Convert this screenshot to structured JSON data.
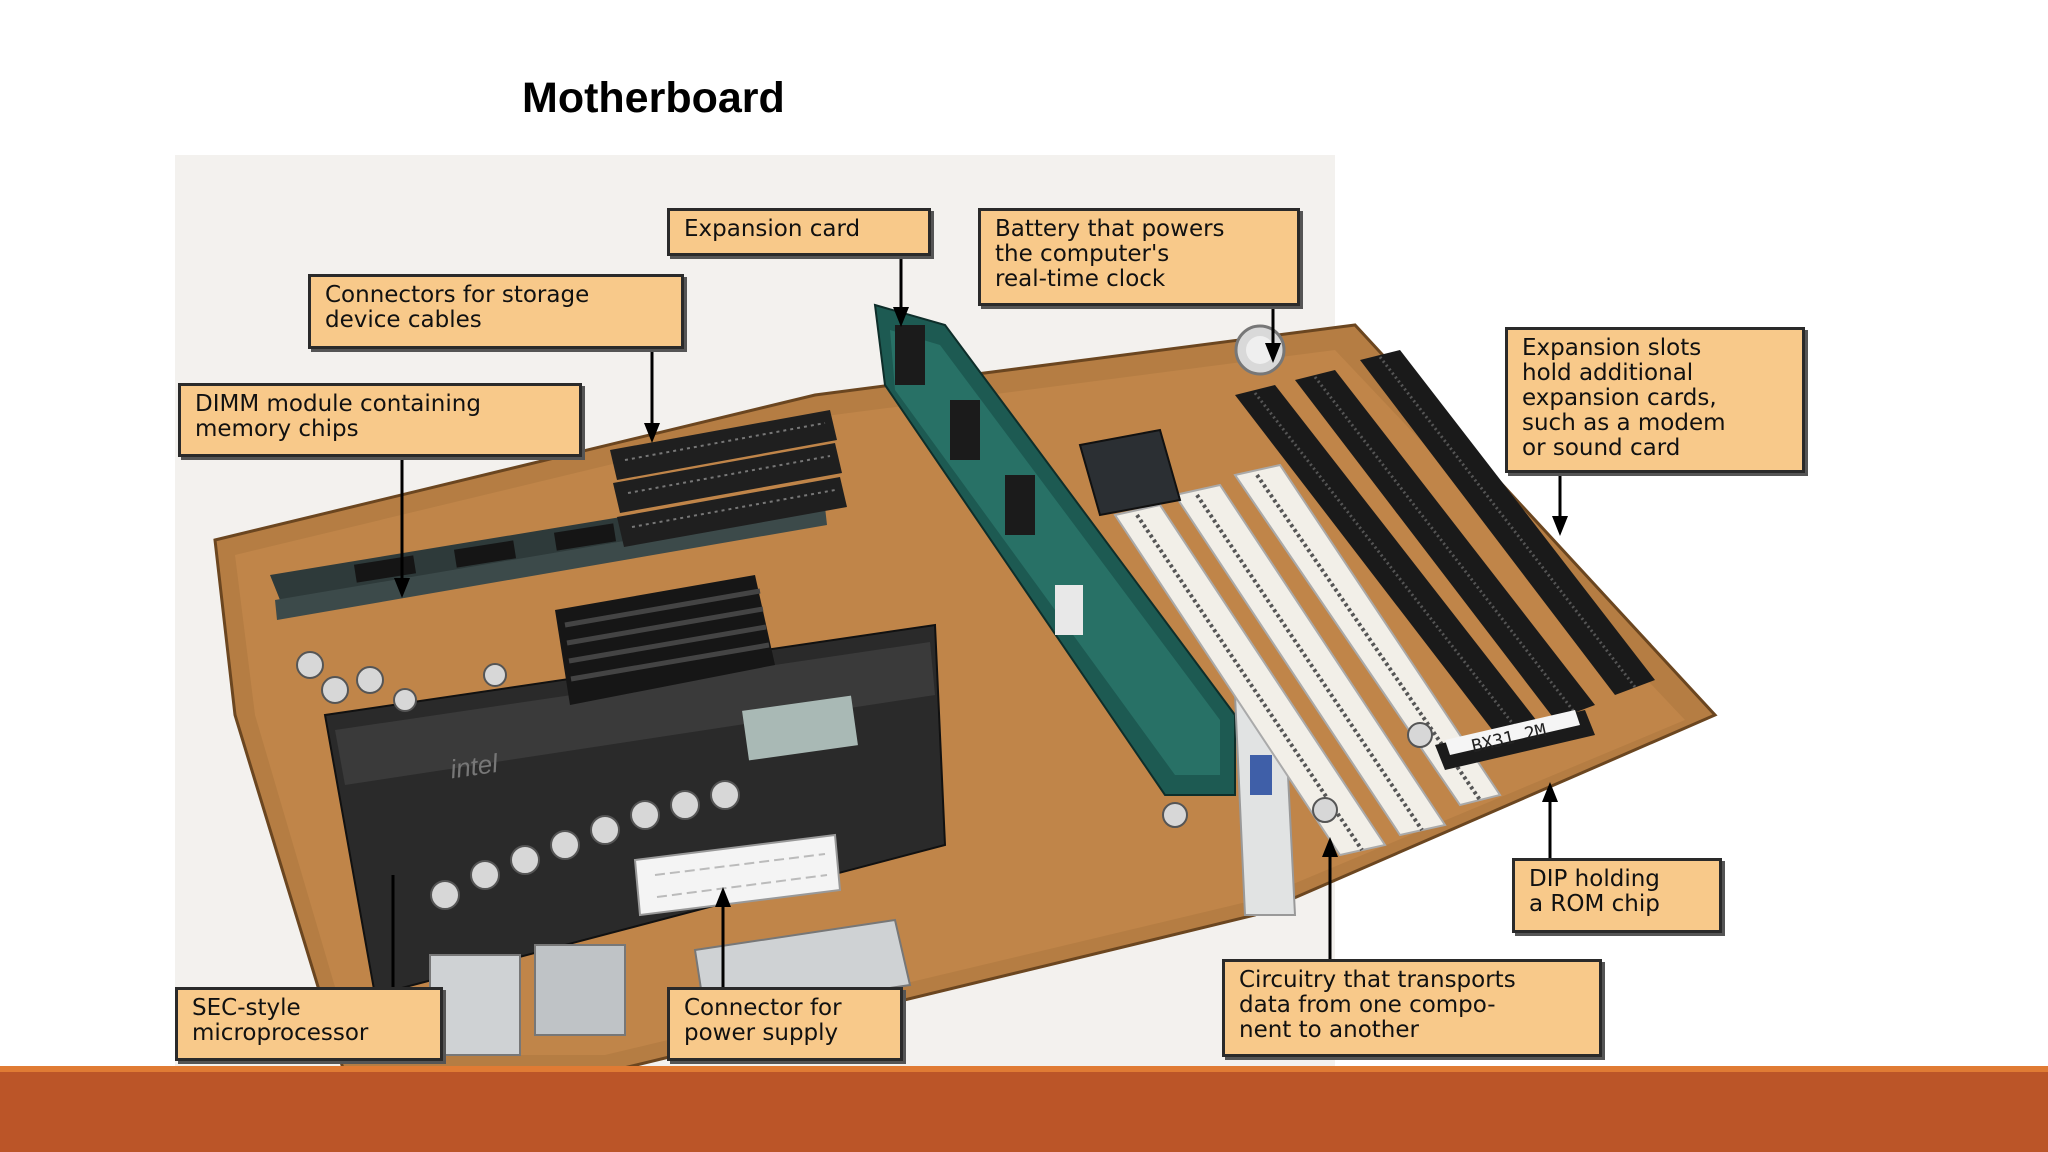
{
  "slide": {
    "title": "Motherboard"
  },
  "callouts": {
    "expansion_card": "Expansion card",
    "battery": "Battery that powers\nthe computer's\nreal-time clock",
    "storage_connectors": "Connectors for storage\ndevice cables",
    "dimm": "DIMM module containing\nmemory chips",
    "expansion_slots": "Expansion slots\nhold additional\nexpansion cards,\nsuch as a modem\nor sound card",
    "dip_rom": "DIP holding\na ROM chip",
    "circuitry": "Circuitry that transports\ndata from one compo-\nnent to another",
    "power_connector": "Connector for\npower supply",
    "sec_processor": "SEC-style\nmicroprocessor"
  },
  "board": {
    "rom_chip_label": "BX31 2M",
    "cpu_brand": "intel"
  },
  "colors": {
    "callout_fill": "#f8c98a",
    "footer_bar": "#bb5528",
    "footer_line": "#e07b34"
  }
}
